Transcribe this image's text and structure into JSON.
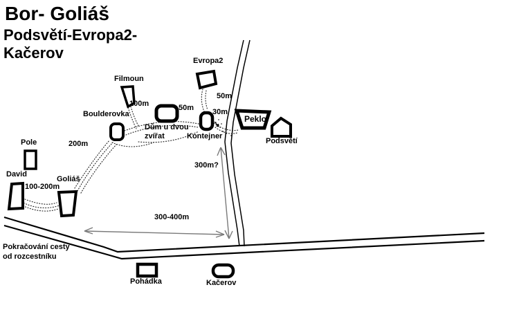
{
  "title": {
    "line1": "Bor- Goliáš",
    "line2": "Podsvětí-Evropa2-",
    "line3": "Kačerov"
  },
  "map": {
    "sectors": [
      {
        "id": "pole",
        "label": "Pole"
      },
      {
        "id": "david",
        "label": "David"
      },
      {
        "id": "golias",
        "label": "Goliáš"
      },
      {
        "id": "filmoun",
        "label": "Filmoun"
      },
      {
        "id": "boulderovka",
        "label": "Boulderovka"
      },
      {
        "id": "dum-u-dvou-zvirat",
        "label": "Dům u dvou zvířat",
        "label_line1": "Dům u dvou",
        "label_line2": "zvířat"
      },
      {
        "id": "evropa2",
        "label": "Evropa2"
      },
      {
        "id": "kontejner",
        "label": "Kontejner"
      },
      {
        "id": "peklo",
        "label": "Peklo"
      },
      {
        "id": "podsveti",
        "label": "Podsvětí"
      },
      {
        "id": "pohadka",
        "label": "Pohádka"
      },
      {
        "id": "kacerov",
        "label": "Kačerov"
      }
    ],
    "distances": [
      {
        "id": "filmoun-to-trail",
        "label": "100m"
      },
      {
        "id": "golias-to-boulderovka",
        "label": "200m"
      },
      {
        "id": "dum-to-kontejner",
        "label": "50m"
      },
      {
        "id": "evropa2-to-kontejner",
        "label": "50m"
      },
      {
        "id": "kontejner-to-road",
        "label": "30m"
      },
      {
        "id": "david-to-golias",
        "label": "100-200m"
      },
      {
        "id": "kontejner-to-junction",
        "label": "300m?"
      },
      {
        "id": "along-road",
        "label": "300-400m"
      }
    ],
    "notes": {
      "path_continuation_line1": "Pokračování cesty",
      "path_continuation_line2": "od rozcestníku"
    }
  },
  "colors": {
    "ink": "#000000",
    "arrow": "#7a7a7a",
    "background": "#ffffff"
  }
}
